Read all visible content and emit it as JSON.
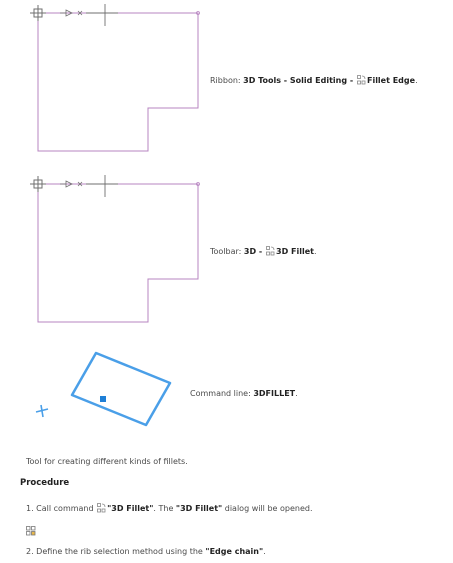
{
  "ribbon": {
    "prefix": "Ribbon: ",
    "path": "3D Tools - Solid Editing - ",
    "command": "Fillet Edge",
    "suffix": "."
  },
  "toolbar": {
    "prefix": "Toolbar: ",
    "path": "3D - ",
    "command": "3D Fillet",
    "suffix": "."
  },
  "command_line": {
    "prefix": "Command line: ",
    "command": "3DFILLET",
    "suffix": "."
  },
  "description": "Tool for creating different kinds of fillets.",
  "procedure": {
    "heading": "Procedure",
    "step1": {
      "prefix": "1. Call command ",
      "command": "\"3D Fillet\"",
      "middle": ". The ",
      "dialog": "\"3D Fillet\"",
      "suffix": " dialog will be opened."
    },
    "step2": {
      "prefix": "2. Define the rib selection method using the ",
      "option": "\"Edge chain\"",
      "suffix": "."
    }
  },
  "colors": {
    "outline": "#b784c0",
    "crosshair": "#6f6f6f",
    "selection": "#4a9fe8",
    "grip": "#1f7fd6"
  }
}
